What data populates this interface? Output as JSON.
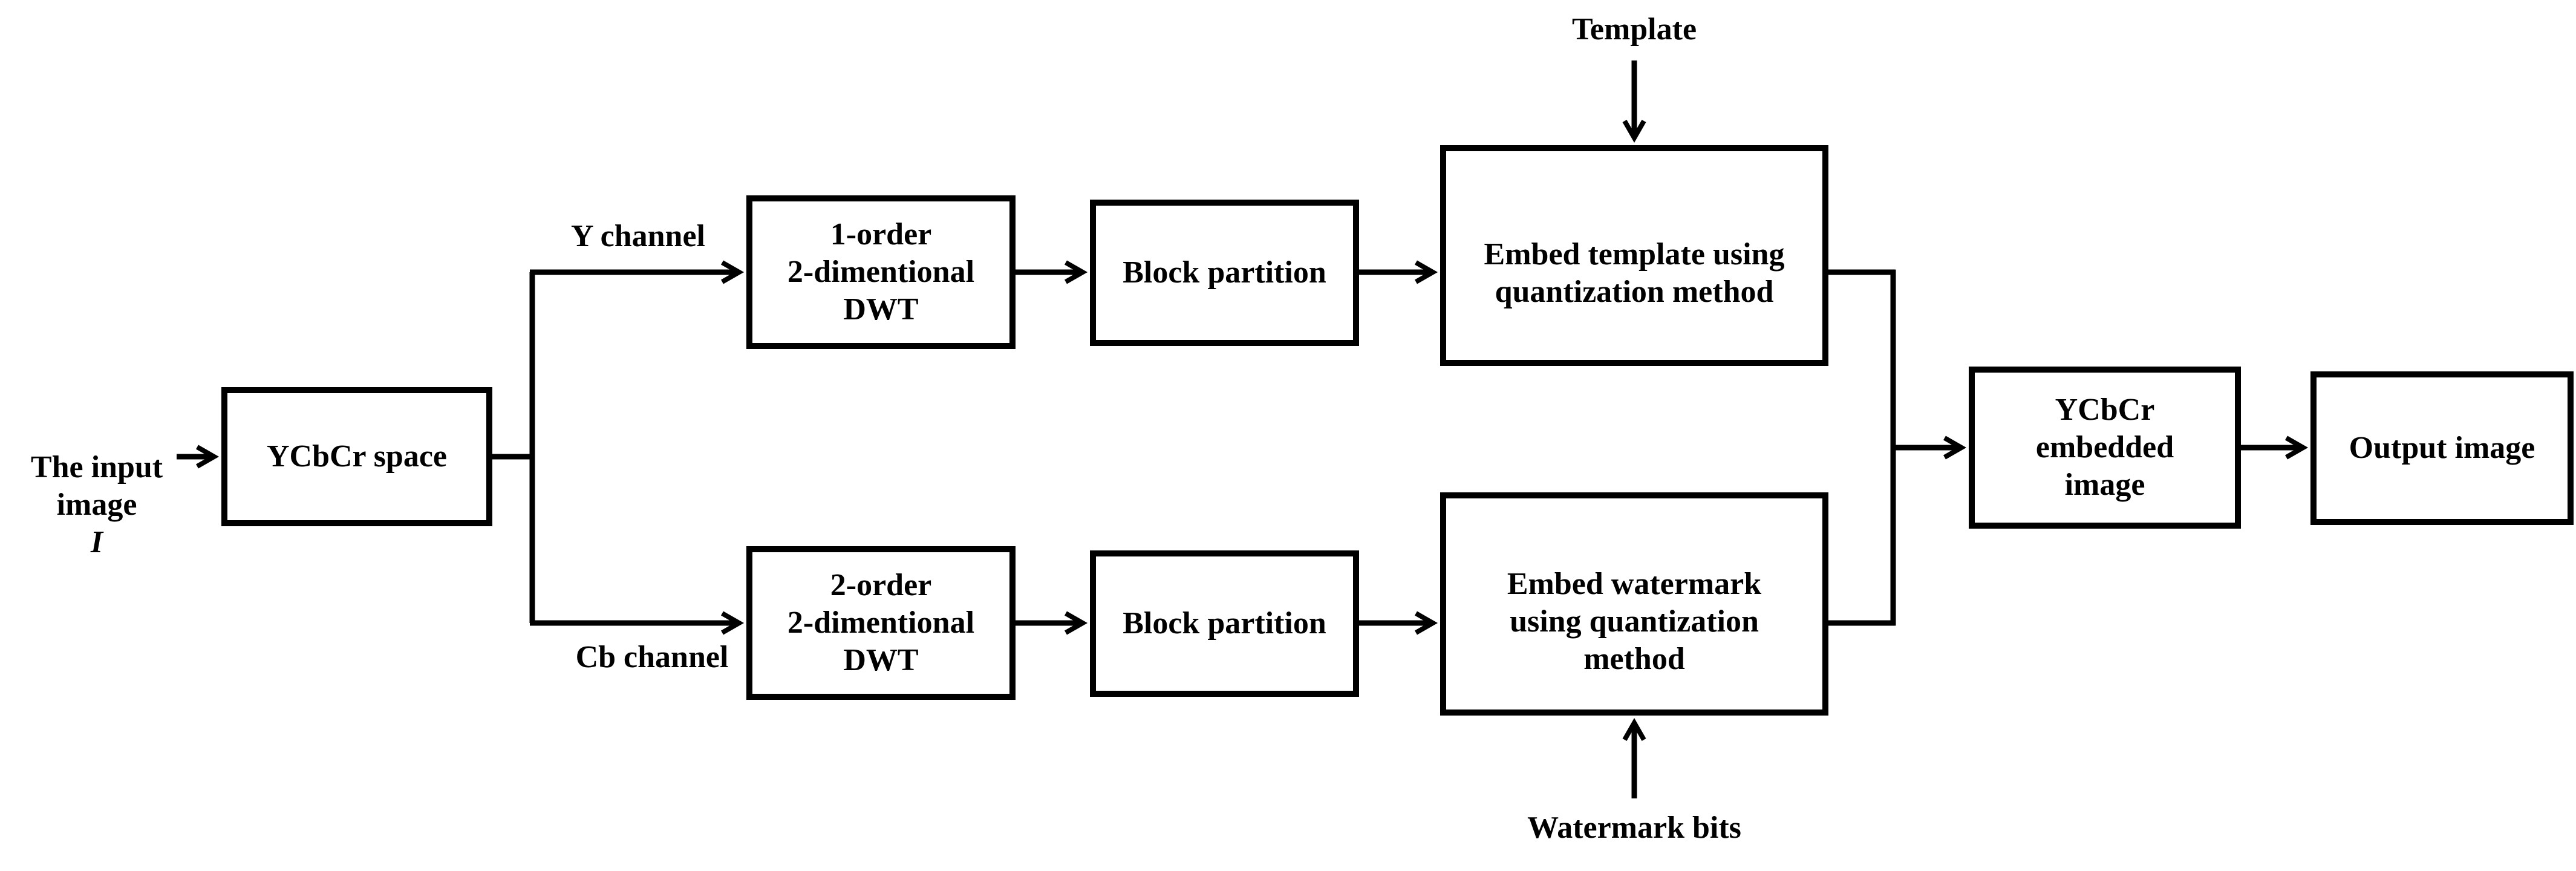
{
  "colors": {
    "line": "#000000",
    "text": "#000000",
    "background": "#ffffff"
  },
  "input_label": {
    "text": "The input\nimage",
    "symbol": "I"
  },
  "channel_labels": {
    "y": "Y channel",
    "cb": "Cb channel"
  },
  "external_inputs": {
    "template": "Template",
    "watermark_bits": "Watermark bits"
  },
  "boxes": {
    "ycbcr_space": {
      "label": "YCbCr space"
    },
    "dwt_y": {
      "label": "1-order\n2-dimentional\nDWT"
    },
    "block_partition_y": {
      "label": "Block partition"
    },
    "embed_template": {
      "label": "Embed template using\nquantization method"
    },
    "dwt_cb": {
      "label": "2-order\n2-dimentional\nDWT"
    },
    "block_partition_cb": {
      "label": "Block partition"
    },
    "embed_watermark": {
      "label": "Embed watermark\nusing quantization\nmethod"
    },
    "ycbcr_embedded": {
      "label": "YCbCr\nembedded\nimage"
    },
    "output_image": {
      "label": "Output image"
    }
  },
  "connections": [
    {
      "from": "input_image",
      "to": "ycbcr_space"
    },
    {
      "from": "ycbcr_space",
      "to": "dwt_y",
      "via": "Y channel"
    },
    {
      "from": "ycbcr_space",
      "to": "dwt_cb",
      "via": "Cb channel"
    },
    {
      "from": "dwt_y",
      "to": "block_partition_y"
    },
    {
      "from": "block_partition_y",
      "to": "embed_template"
    },
    {
      "from": "template",
      "to": "embed_template"
    },
    {
      "from": "dwt_cb",
      "to": "block_partition_cb"
    },
    {
      "from": "block_partition_cb",
      "to": "embed_watermark"
    },
    {
      "from": "watermark_bits",
      "to": "embed_watermark"
    },
    {
      "from": "embed_template",
      "to": "ycbcr_embedded"
    },
    {
      "from": "embed_watermark",
      "to": "ycbcr_embedded"
    },
    {
      "from": "ycbcr_embedded",
      "to": "output_image"
    }
  ]
}
